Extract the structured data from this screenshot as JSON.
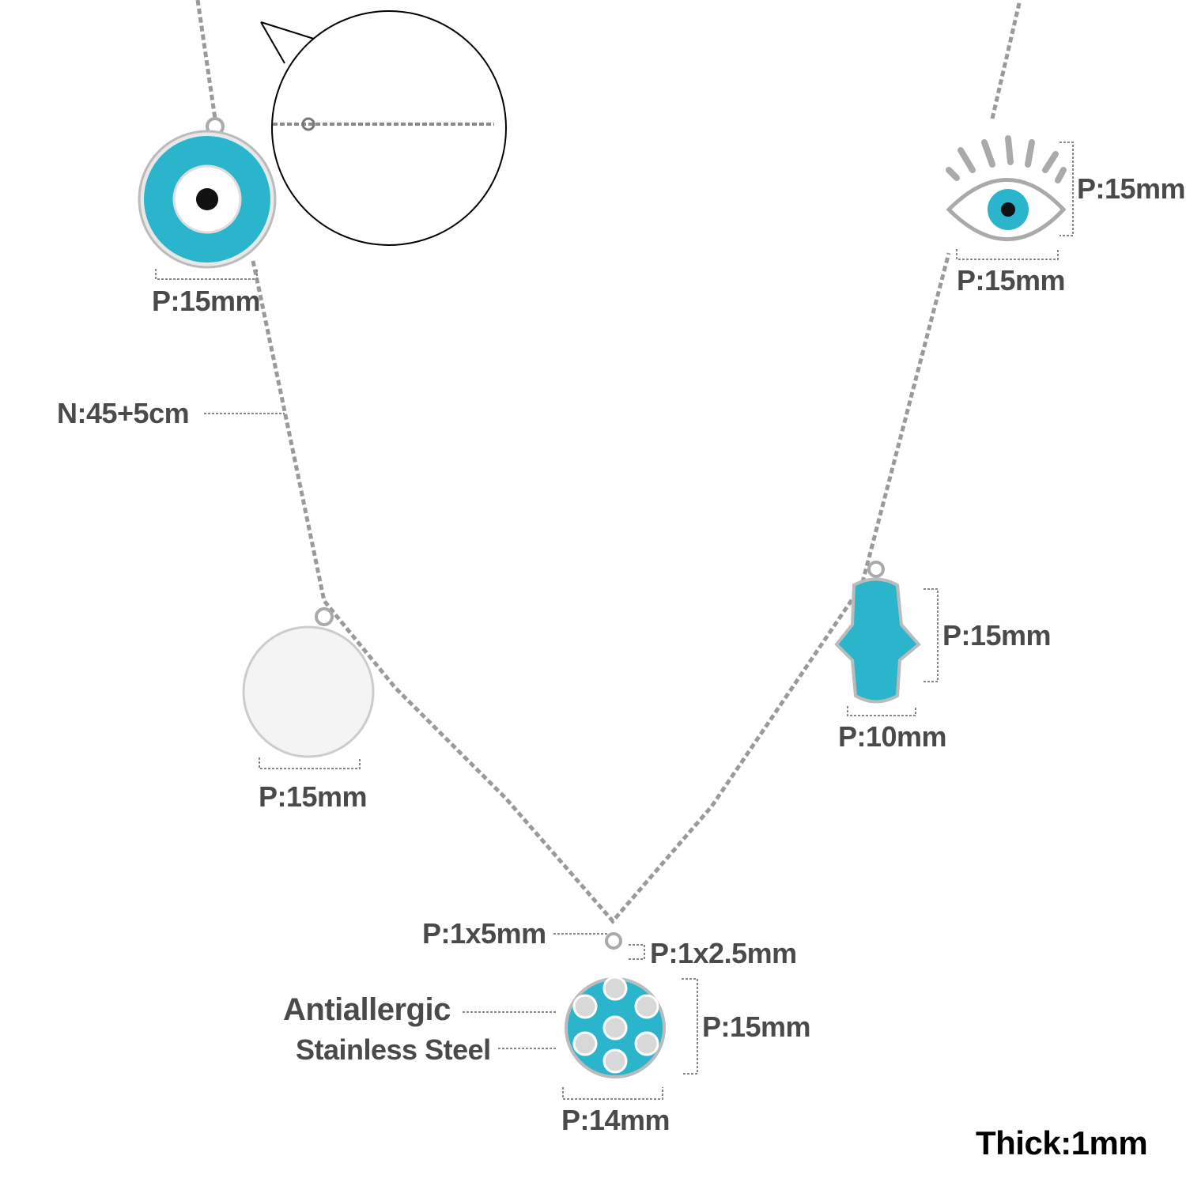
{
  "colors": {
    "enamel": "#2bb5cc",
    "chain": "#9a9a9a",
    "text": "#4a4a4a",
    "background": "#ffffff"
  },
  "labels": {
    "eye_round_width": "P:15mm",
    "necklace_length": "N:45+5cm",
    "eyelash_height": "P:15mm",
    "eyelash_width": "P:15mm",
    "hamsa_height": "P:15mm",
    "hamsa_width": "P:10mm",
    "disc_width": "P:15mm",
    "bail_size": "P:1x5mm",
    "jump_ring": "P:1x2.5mm",
    "flower_height": "P:15mm",
    "flower_width": "P:14mm",
    "material_line1": "Antiallergic",
    "material_line2": "Stainless Steel",
    "thickness": "Thick:1mm"
  }
}
